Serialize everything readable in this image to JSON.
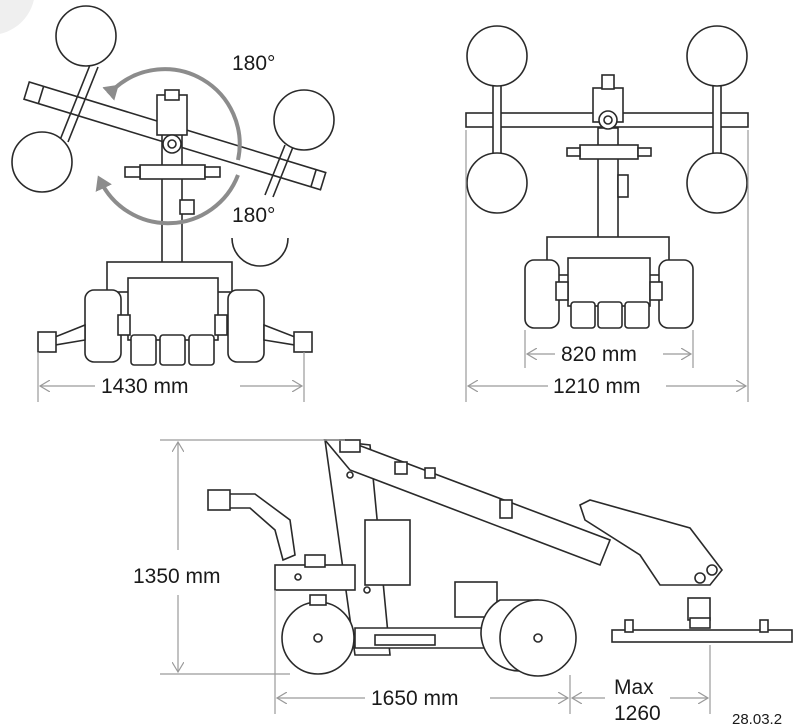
{
  "top_left_view": {
    "rotation_upper": "180°",
    "rotation_lower": "180°",
    "width_dim": "1430 mm"
  },
  "top_right_view": {
    "inner_dim": "820 mm",
    "outer_dim": "1210 mm"
  },
  "side_view": {
    "height_dim": "1350 mm",
    "length_dim": "1650 mm",
    "reach_label": "Max",
    "reach_value": "1260",
    "date_partial": "28.03.2"
  },
  "colors": {
    "line": "#2a2a2a",
    "dim_line": "#9a9a9a",
    "arrow_gray": "#8c8c8c"
  }
}
